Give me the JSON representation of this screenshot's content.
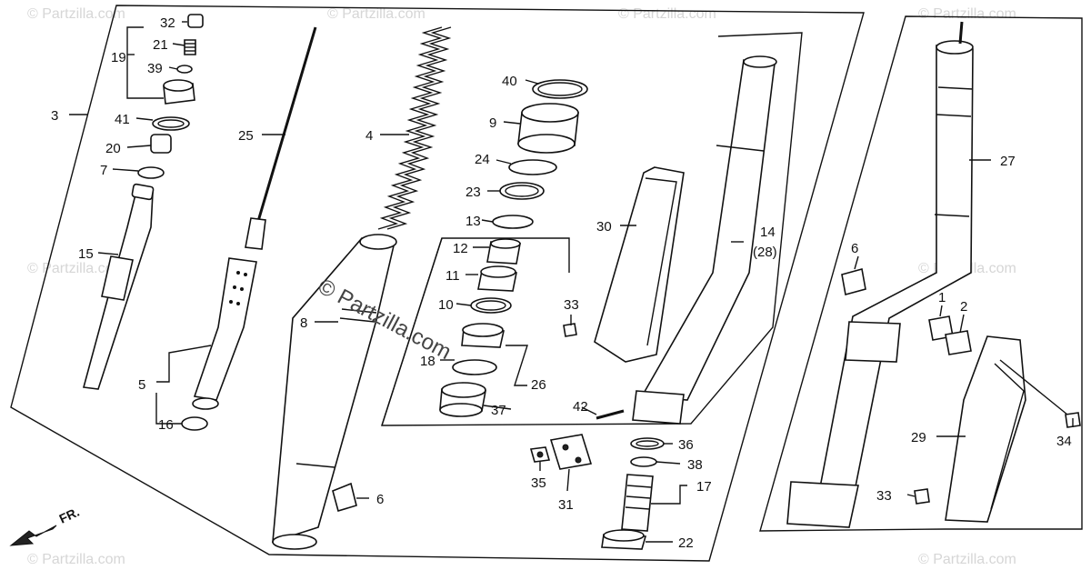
{
  "watermark": {
    "text": "© Partzilla.com",
    "center_text": "© Partzilla.com"
  },
  "direction": {
    "label": "FR."
  },
  "callouts": {
    "c32": "32",
    "c21": "21",
    "c19": "19",
    "c39": "39",
    "c3": "3",
    "c41": "41",
    "c20": "20",
    "c7": "7",
    "c15": "15",
    "c25": "25",
    "c5": "5",
    "c16": "16",
    "c4": "4",
    "c8": "8",
    "c6a": "6",
    "c40": "40",
    "c9": "9",
    "c24": "24",
    "c23": "23",
    "c13": "13",
    "c12": "12",
    "c11": "11",
    "c10": "10",
    "c18": "18",
    "c26": "26",
    "c37": "37",
    "c33a": "33",
    "c42": "42",
    "c30": "30",
    "c14": "14",
    "c28": "(28)",
    "c35": "35",
    "c31": "31",
    "c36": "36",
    "c38": "38",
    "c17": "17",
    "c22": "22",
    "c27": "27",
    "c6b": "6",
    "c1": "1",
    "c2": "2",
    "c29": "29",
    "c33b": "33",
    "c34": "34"
  }
}
